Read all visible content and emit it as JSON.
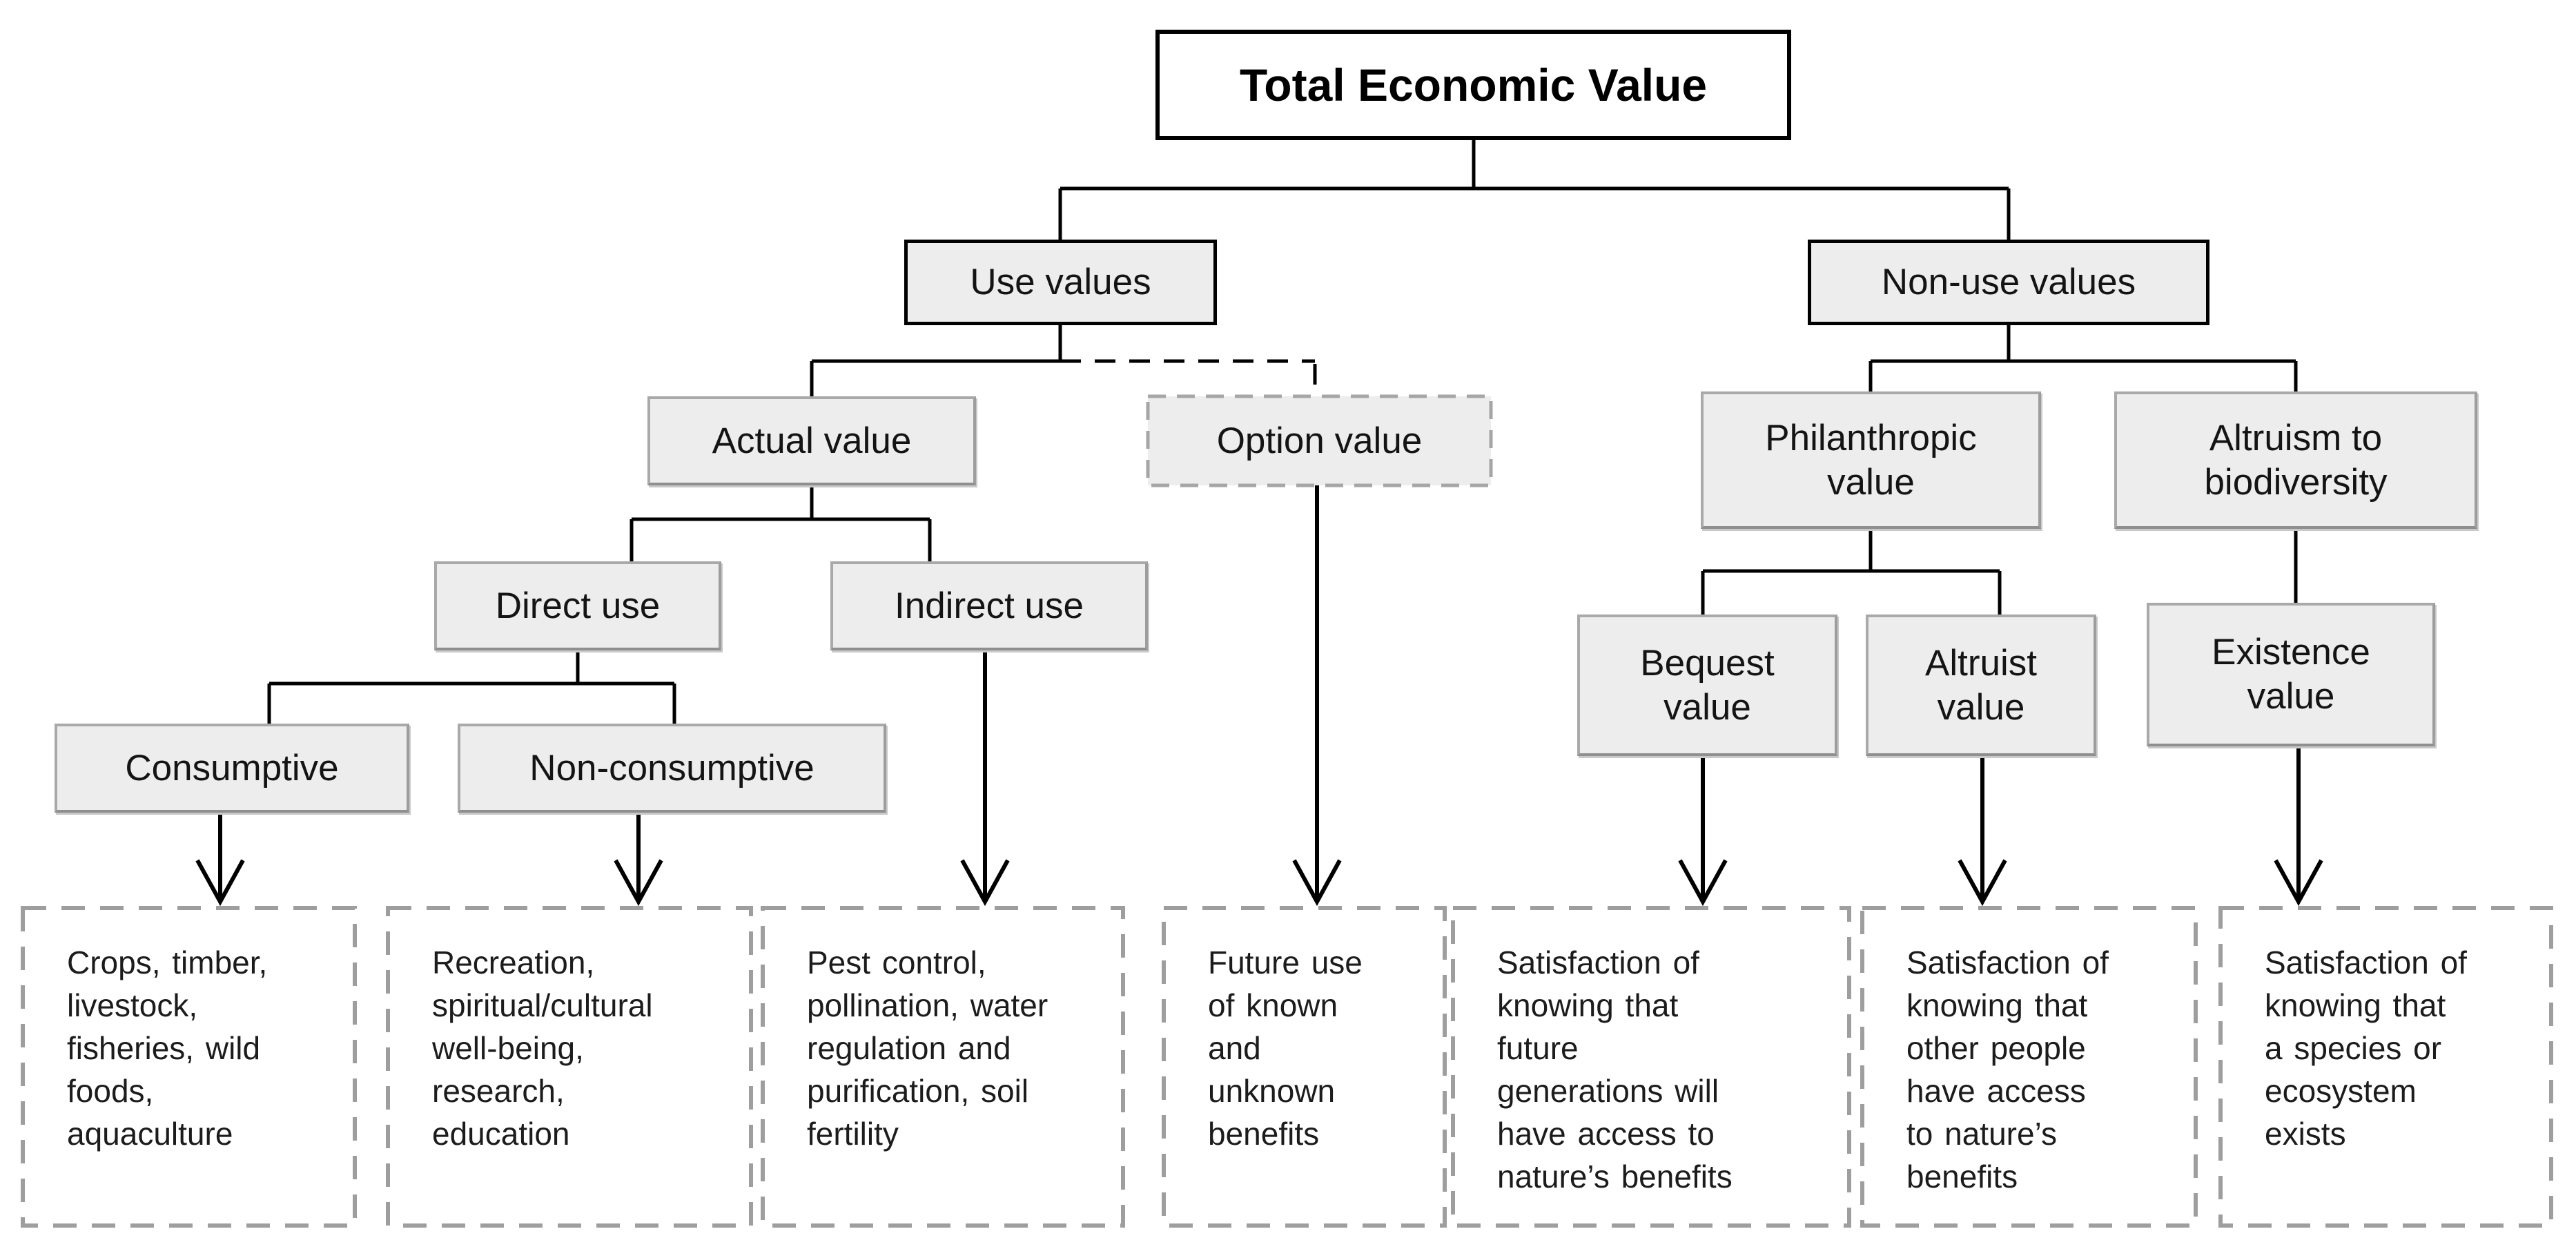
{
  "diagram": {
    "title": "Total Economic Value",
    "nodes": {
      "tev": {
        "label": "Total Economic Value"
      },
      "use": {
        "label": "Use values"
      },
      "nonuse": {
        "label": "Non-use values"
      },
      "actual": {
        "label": "Actual value"
      },
      "option": {
        "label": "Option value"
      },
      "philanthropic": {
        "label": "Philanthropic\nvalue"
      },
      "altruism": {
        "label": "Altruism to\nbiodiversity"
      },
      "direct": {
        "label": "Direct use"
      },
      "indirect": {
        "label": "Indirect use"
      },
      "consumptive": {
        "label": "Consumptive"
      },
      "nonconsumptive": {
        "label": "Non-consumptive"
      },
      "bequest": {
        "label": "Bequest\nvalue"
      },
      "altruist": {
        "label": "Altruist\nvalue"
      },
      "existence": {
        "label": "Existence\nvalue"
      }
    },
    "outcomes": [
      {
        "text": "Crops, timber,\nlivestock,\nfisheries, wild\nfoods,\naquaculture"
      },
      {
        "text": "Recreation,\nspiritual/cultural\nwell-being,\nresearch,\neducation"
      },
      {
        "text": "Pest control,\npollination, water\nregulation and\npurification, soil\nfertility"
      },
      {
        "text": "Future use\nof known\nand\nunknown\nbenefits"
      },
      {
        "text": "Satisfaction of\nknowing that\nfuture\ngenerations will\nhave access to\nnature’s benefits"
      },
      {
        "text": "Satisfaction of\nknowing that\nother people\nhave access\nto nature’s\nbenefits"
      },
      {
        "text": "Satisfaction of\nknowing that\na species or\necosystem\nexists"
      }
    ],
    "colors": {
      "line": "#000000",
      "box_fill": "#ededed",
      "gray_border": "#a9a9a9",
      "dashed_gray": "#9e9e9e"
    }
  }
}
